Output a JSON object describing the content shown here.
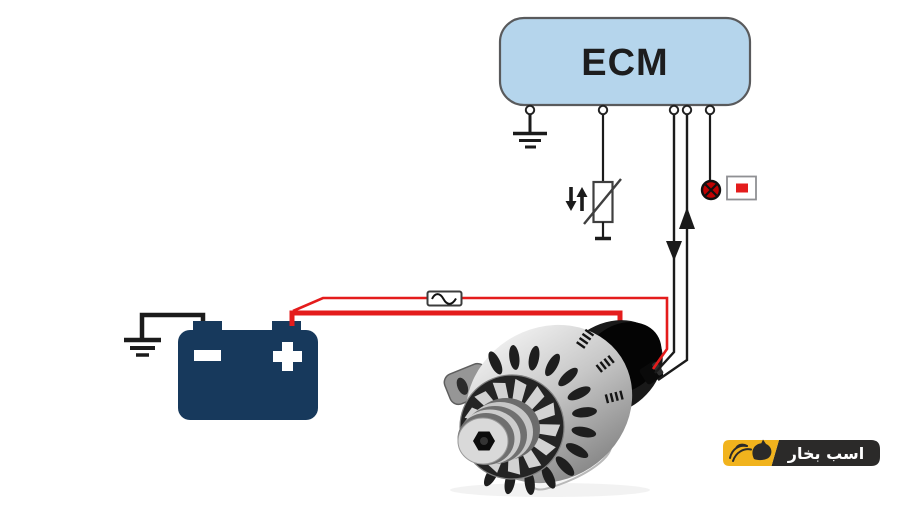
{
  "ecm": {
    "label": "ECM"
  },
  "logo": {
    "text": "اسب بخار",
    "icon": "winged-horse"
  },
  "colors": {
    "background": "#ffffff",
    "ecm_fill": "#b5d5ec",
    "ecm_stroke": "#595a5c",
    "wire_black": "#1b1b1b",
    "wire_red": "#e41c1c",
    "battery_navy": "#17395c",
    "lamp_red": "#c00202",
    "fuse_stroke": "#3c3c3c",
    "logo_yellow": "#f1b31d",
    "logo_dark": "#2b2a29"
  }
}
